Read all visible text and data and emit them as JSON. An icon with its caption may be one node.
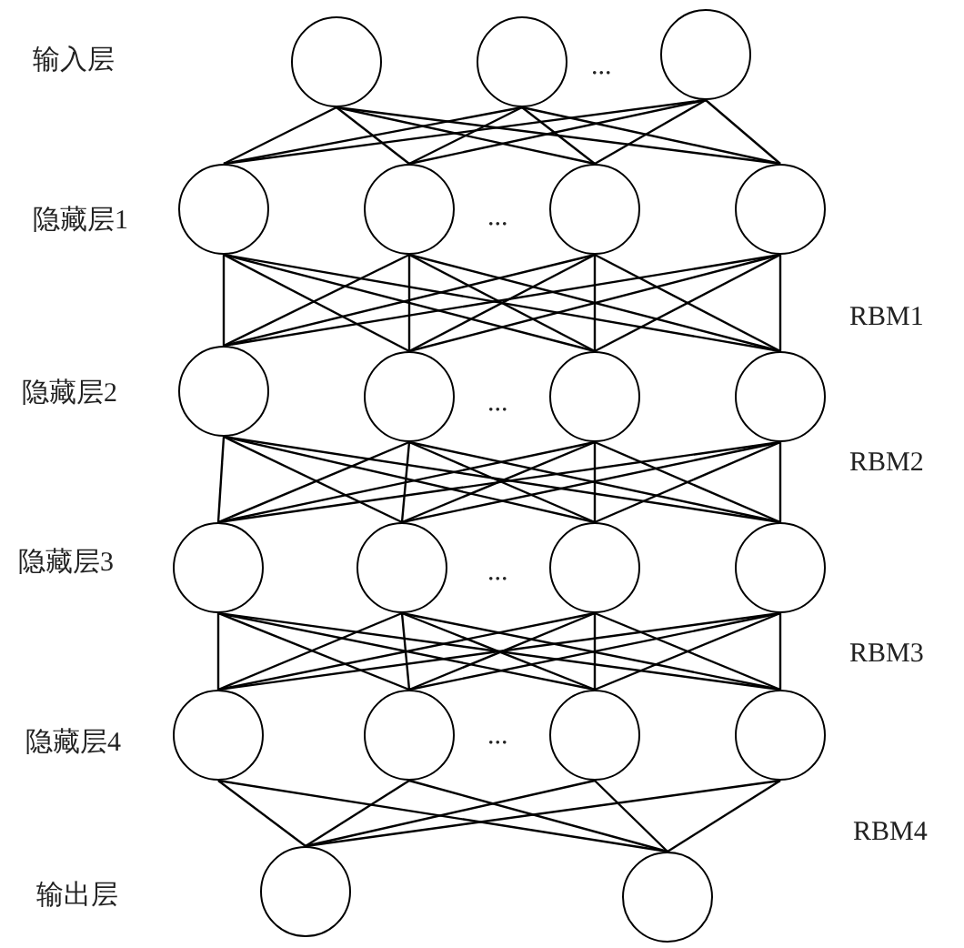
{
  "diagram": {
    "nodes": [
      {
        "text": [],
        "shape": "circle"
      },
      {
        "text": [],
        "shape": "circle"
      },
      {
        "text": [],
        "shape": "circle"
      },
      {
        "text": [],
        "shape": "circle"
      },
      {
        "text": [],
        "shape": "circle"
      },
      {
        "text": [],
        "shape": "circle"
      },
      {
        "text": [],
        "shape": "circle"
      },
      {
        "text": [],
        "shape": "circle"
      },
      {
        "text": [],
        "shape": "circle"
      },
      {
        "text": [],
        "shape": "circle"
      },
      {
        "text": [],
        "shape": "circle"
      },
      {
        "text": [],
        "shape": "circle"
      },
      {
        "text": [],
        "shape": "circle"
      },
      {
        "text": [],
        "shape": "circle"
      },
      {
        "text": [],
        "shape": "circle"
      },
      {
        "text": [],
        "shape": "circle"
      },
      {
        "text": [],
        "shape": "circle"
      },
      {
        "text": [],
        "shape": "circle"
      },
      {
        "text": [],
        "shape": "circle"
      },
      {
        "text": [],
        "shape": "circle"
      },
      {
        "text": [],
        "shape": "circle"
      }
    ],
    "edges": [
      {
        "from": 0,
        "to": 3,
        "arrow": "none"
      },
      {
        "from": 0,
        "to": 4,
        "arrow": "none"
      },
      {
        "from": 0,
        "to": 5,
        "arrow": "none"
      },
      {
        "from": 0,
        "to": 6,
        "arrow": "none"
      },
      {
        "from": 1,
        "to": 3,
        "arrow": "none"
      },
      {
        "from": 1,
        "to": 4,
        "arrow": "none"
      },
      {
        "from": 1,
        "to": 5,
        "arrow": "none"
      },
      {
        "from": 1,
        "to": 6,
        "arrow": "none"
      },
      {
        "from": 2,
        "to": 3,
        "arrow": "none"
      },
      {
        "from": 2,
        "to": 4,
        "arrow": "none"
      },
      {
        "from": 2,
        "to": 5,
        "arrow": "none"
      },
      {
        "from": 2,
        "to": 6,
        "arrow": "none"
      },
      {
        "from": 3,
        "to": 7,
        "arrow": "none"
      },
      {
        "from": 3,
        "to": 8,
        "arrow": "none"
      },
      {
        "from": 3,
        "to": 9,
        "arrow": "none"
      },
      {
        "from": 3,
        "to": 10,
        "arrow": "none"
      },
      {
        "from": 4,
        "to": 7,
        "arrow": "none"
      },
      {
        "from": 4,
        "to": 8,
        "arrow": "none"
      },
      {
        "from": 4,
        "to": 9,
        "arrow": "none"
      },
      {
        "from": 4,
        "to": 10,
        "arrow": "none"
      },
      {
        "from": 5,
        "to": 7,
        "arrow": "none"
      },
      {
        "from": 5,
        "to": 8,
        "arrow": "none"
      },
      {
        "from": 5,
        "to": 9,
        "arrow": "none"
      },
      {
        "from": 5,
        "to": 10,
        "arrow": "none"
      },
      {
        "from": 6,
        "to": 7,
        "arrow": "none"
      },
      {
        "from": 6,
        "to": 8,
        "arrow": "none"
      },
      {
        "from": 6,
        "to": 9,
        "arrow": "none"
      },
      {
        "from": 6,
        "to": 10,
        "arrow": "none"
      },
      {
        "from": 7,
        "to": 11,
        "arrow": "none"
      },
      {
        "from": 7,
        "to": 12,
        "arrow": "none"
      },
      {
        "from": 7,
        "to": 13,
        "arrow": "none"
      },
      {
        "from": 7,
        "to": 14,
        "arrow": "none"
      },
      {
        "from": 8,
        "to": 11,
        "arrow": "none"
      },
      {
        "from": 8,
        "to": 12,
        "arrow": "none"
      },
      {
        "from": 8,
        "to": 13,
        "arrow": "none"
      },
      {
        "from": 8,
        "to": 14,
        "arrow": "none"
      },
      {
        "from": 9,
        "to": 11,
        "arrow": "none"
      },
      {
        "from": 9,
        "to": 12,
        "arrow": "none"
      },
      {
        "from": 9,
        "to": 13,
        "arrow": "none"
      },
      {
        "from": 9,
        "to": 14,
        "arrow": "none"
      },
      {
        "from": 10,
        "to": 11,
        "arrow": "none"
      },
      {
        "from": 10,
        "to": 12,
        "arrow": "none"
      },
      {
        "from": 10,
        "to": 13,
        "arrow": "none"
      },
      {
        "from": 10,
        "to": 14,
        "arrow": "none"
      },
      {
        "from": 11,
        "to": 15,
        "arrow": "none"
      },
      {
        "from": 11,
        "to": 16,
        "arrow": "none"
      },
      {
        "from": 11,
        "to": 17,
        "arrow": "none"
      },
      {
        "from": 11,
        "to": 18,
        "arrow": "none"
      },
      {
        "from": 12,
        "to": 15,
        "arrow": "none"
      },
      {
        "from": 12,
        "to": 16,
        "arrow": "none"
      },
      {
        "from": 12,
        "to": 17,
        "arrow": "none"
      },
      {
        "from": 12,
        "to": 18,
        "arrow": "none"
      },
      {
        "from": 13,
        "to": 15,
        "arrow": "none"
      },
      {
        "from": 13,
        "to": 16,
        "arrow": "none"
      },
      {
        "from": 13,
        "to": 17,
        "arrow": "none"
      },
      {
        "from": 13,
        "to": 18,
        "arrow": "none"
      },
      {
        "from": 14,
        "to": 15,
        "arrow": "none"
      },
      {
        "from": 14,
        "to": 16,
        "arrow": "none"
      },
      {
        "from": 14,
        "to": 17,
        "arrow": "none"
      },
      {
        "from": 14,
        "to": 18,
        "arrow": "none"
      },
      {
        "from": 15,
        "to": 19,
        "arrow": "none"
      },
      {
        "from": 15,
        "to": 20,
        "arrow": "none"
      },
      {
        "from": 16,
        "to": 19,
        "arrow": "none"
      },
      {
        "from": 16,
        "to": 20,
        "arrow": "none"
      },
      {
        "from": 17,
        "to": 19,
        "arrow": "none"
      },
      {
        "from": 17,
        "to": 20,
        "arrow": "none"
      },
      {
        "from": 18,
        "to": 19,
        "arrow": "none"
      },
      {
        "from": 18,
        "to": 20,
        "arrow": "none"
      }
    ],
    "labels": [
      "输入层",
      "...",
      "隐藏层1",
      "...",
      "RBM1",
      "隐藏层2",
      "...",
      "RBM2",
      "隐藏层3",
      "...",
      "RBM3",
      "隐藏层4",
      "...",
      "RBM4",
      "输出层"
    ]
  }
}
